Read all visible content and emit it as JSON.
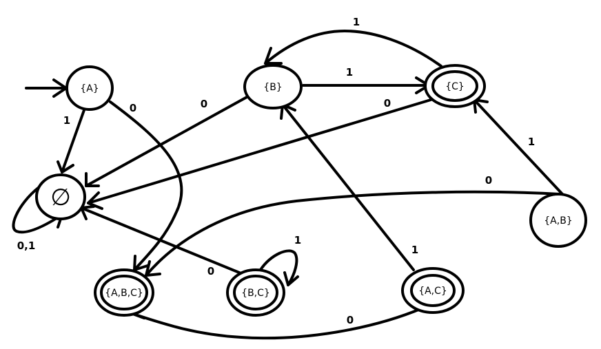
{
  "diagram": {
    "states": {
      "A": "{A}",
      "B": "{B}",
      "C": "{C}",
      "AB": "{A,B}",
      "ABC": "{A,B,C}",
      "BC": "{B,C}",
      "AC": "{A,C}",
      "empty": "∅"
    },
    "edge_labels": {
      "A_to_empty": "1",
      "A_to_ABC": "0",
      "B_to_empty": "0",
      "B_to_C": "1",
      "C_to_B": "1",
      "C_to_empty": "0",
      "AB_to_C": "1",
      "AB_to_ABC": "0",
      "empty_self": "0,1",
      "BC_to_empty": "0",
      "BC_self": "1",
      "AC_to_B": "1",
      "AC_to_ABC": "0"
    }
  }
}
